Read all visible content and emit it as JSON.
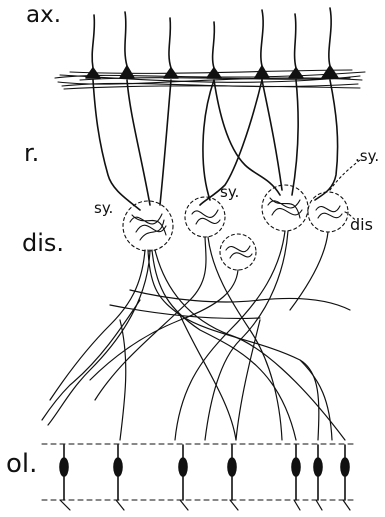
{
  "labels": {
    "ax": "ax.",
    "r": "r.",
    "dis": "dis.",
    "ol": "ol.",
    "sy_left": "sy.",
    "sy_middle": "sy.",
    "sy_right": ".sy.",
    "dis_right": "dis"
  }
}
